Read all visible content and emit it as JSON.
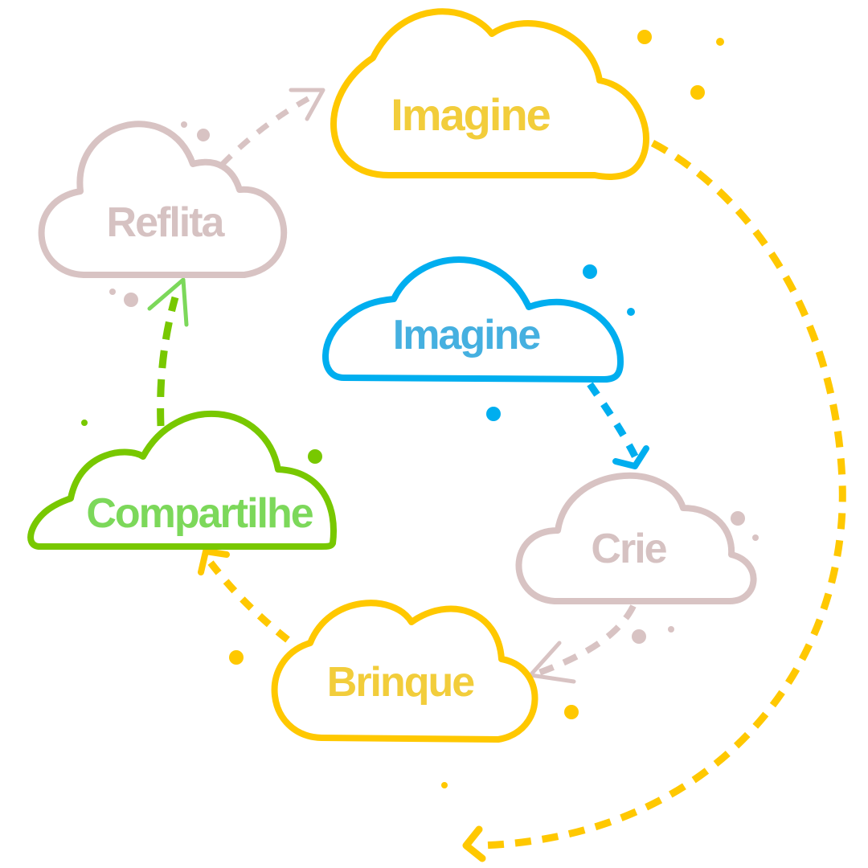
{
  "diagram": {
    "title": "Creative learning spiral",
    "nodes": [
      {
        "id": "imagine-top",
        "label": "Imagine",
        "color": "#FFC800",
        "text_color": "#F2CD3B"
      },
      {
        "id": "reflita",
        "label": "Reflita",
        "color": "#D8C3C3",
        "text_color": "#D6C2C2"
      },
      {
        "id": "imagine-center",
        "label": "Imagine",
        "color": "#00AEEF",
        "text_color": "#45B0E0"
      },
      {
        "id": "compartilhe",
        "label": "Compartilhe",
        "color": "#78C800",
        "text_color": "#7CD85A"
      },
      {
        "id": "crie",
        "label": "Crie",
        "color": "#D8C3C3",
        "text_color": "#D6C2C2"
      },
      {
        "id": "brinque",
        "label": "Brinque",
        "color": "#FFC800",
        "text_color": "#F2CD3B"
      }
    ],
    "edges": [
      {
        "from": "imagine-center",
        "to": "crie",
        "style": "dashed",
        "color": "#00AEEF"
      },
      {
        "from": "crie",
        "to": "brinque",
        "style": "dashed",
        "color": "#D8C3C3"
      },
      {
        "from": "brinque",
        "to": "compartilhe",
        "style": "dashed",
        "color": "#FFC800"
      },
      {
        "from": "compartilhe",
        "to": "reflita",
        "style": "dashed",
        "color": "#78C800"
      },
      {
        "from": "reflita",
        "to": "imagine-top",
        "style": "dashed",
        "color": "#D8C3C3"
      },
      {
        "from": "imagine-top",
        "to": "next-cycle",
        "style": "dashed",
        "color": "#FFC800"
      }
    ],
    "colors": {
      "yellow": "#FFC800",
      "blue": "#00AEEF",
      "green": "#78C800",
      "mauve": "#D8C3C3",
      "background": "#FFFFFF"
    }
  }
}
